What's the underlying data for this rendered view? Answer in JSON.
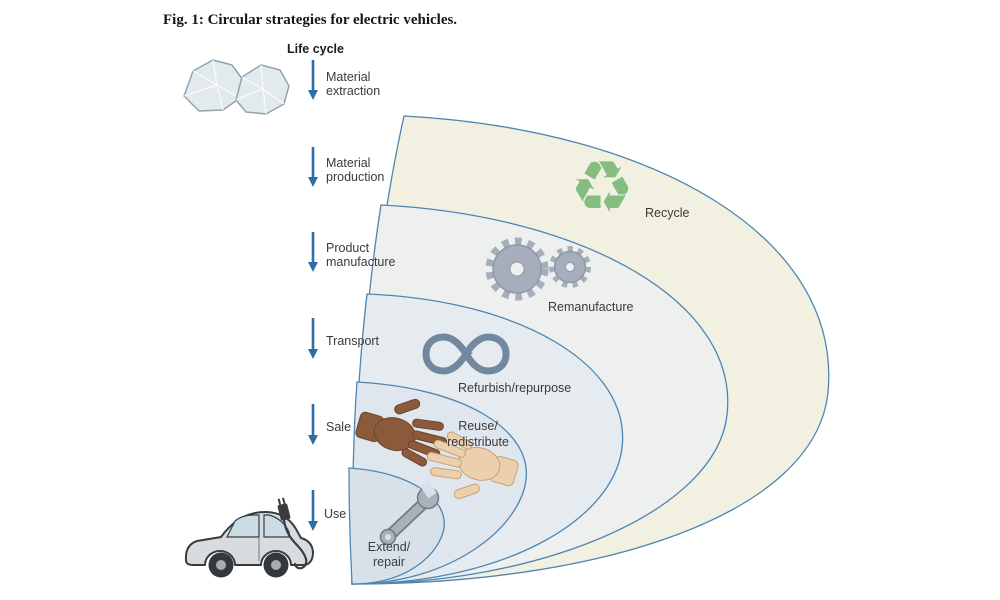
{
  "figure": {
    "title": "Fig. 1: Circular strategies for electric vehicles.",
    "lifecycle": {
      "label": "Life cycle",
      "stages": [
        {
          "lines": [
            "Material",
            "extraction"
          ]
        },
        {
          "lines": [
            "Material",
            "production"
          ]
        },
        {
          "lines": [
            "Product",
            "manufacture"
          ]
        },
        {
          "lines": [
            "Transport"
          ]
        },
        {
          "lines": [
            "Sale"
          ]
        },
        {
          "lines": [
            "Use"
          ]
        }
      ],
      "start_icon": "raw-minerals-icon",
      "end_icon": "electric-car-charging-icon"
    },
    "strategies": [
      {
        "label": "Recycle",
        "icon": "recycle-symbol-icon"
      },
      {
        "label": "Remanufacture",
        "icon": "gears-icon"
      },
      {
        "label": "Refurbish/repurpose",
        "icon": "infinity-loop-icon"
      },
      {
        "label_lines": [
          "Reuse/",
          "redistribute"
        ],
        "icon": "hands-exchange-icon"
      },
      {
        "label_lines": [
          "Extend/",
          "repair"
        ],
        "icon": "wrench-icon"
      }
    ],
    "glyphs": {
      "recycle": "♻"
    },
    "colors": {
      "arc_stroke": "#4e86b2",
      "arrow_blue": "#2e6ea6",
      "band_fills": [
        "#f1f0e1",
        "#edf0ef",
        "#e6ebf0",
        "#dfe6ed",
        "#d8e1ea"
      ],
      "recycle_green": "#84bd7f",
      "gear_gray": "#a5aeba",
      "infinity_blue": "#72889f",
      "hand_dark": "#8a5a3b",
      "hand_light": "#ecd0ae",
      "wrench_gray": "#a7b1b9",
      "car_body": "#d9dcde",
      "window_blue": "#ccdce5",
      "rock_fill": "#e3eaed"
    }
  }
}
